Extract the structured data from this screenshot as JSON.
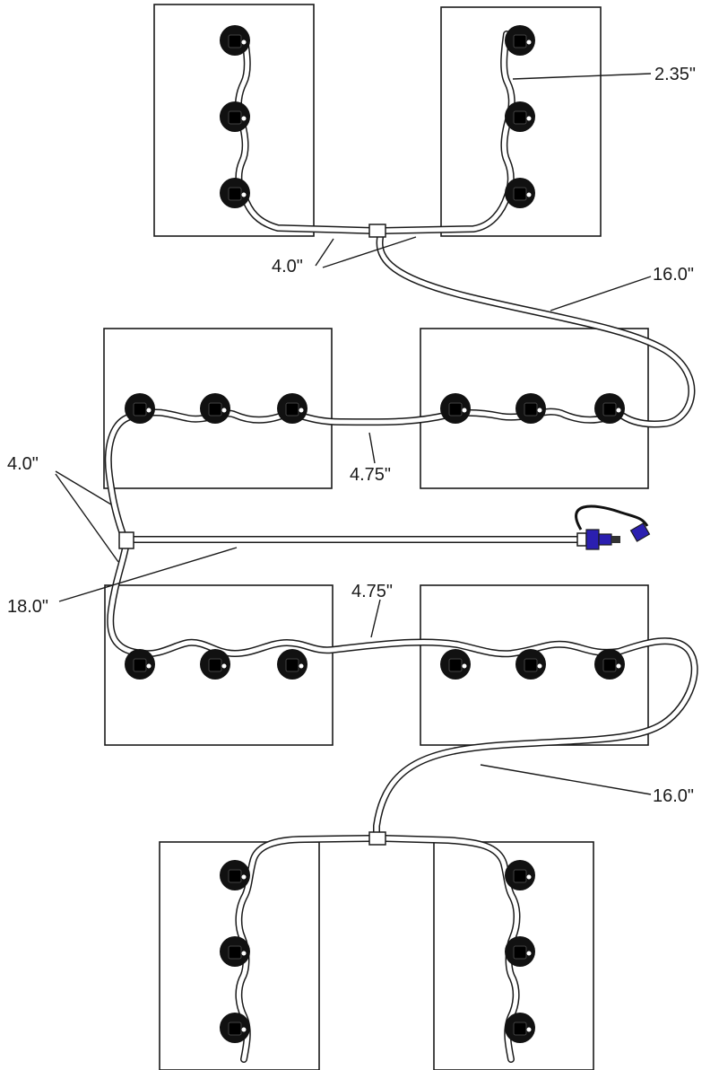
{
  "colors": {
    "outline": "#1a1a1a",
    "valve": "#111111",
    "connector_blue": "#2b1fb0"
  },
  "icons": {
    "valve": "battery-fill-valve-icon",
    "tee": "tee-fitting-icon",
    "inlet": "quick-connect-inlet-icon"
  },
  "labels": {
    "top_branch_tube": "2.35\"",
    "top_tee_tubes": "4.0\"",
    "upper_crossover": "16.0\"",
    "middle_upper_run": "4.75\"",
    "left_tee_tubes": "4.0\"",
    "main_feed": "18.0\"",
    "middle_lower_run": "4.75\"",
    "lower_crossover": "16.0\""
  }
}
